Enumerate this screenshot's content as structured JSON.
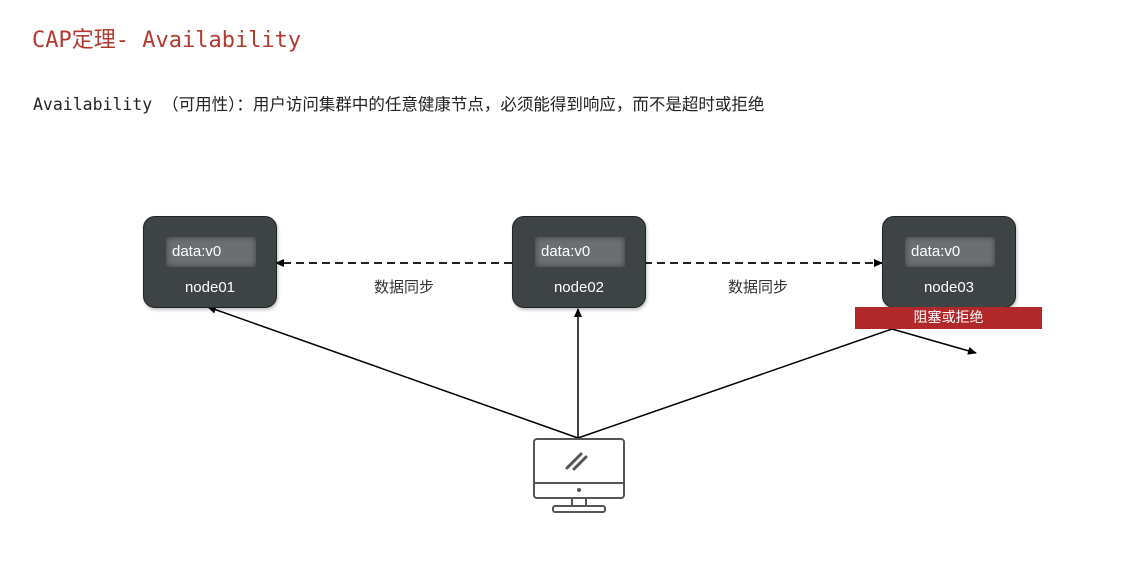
{
  "header": {
    "title": "CAP定理- Availability",
    "subtitle": "Availability （可用性）：用户访问集群中的任意健康节点，必须能得到响应，而不是超时或拒绝"
  },
  "nodes": [
    {
      "data": "data:v0",
      "name": "node01"
    },
    {
      "data": "data:v0",
      "name": "node02"
    },
    {
      "data": "data:v0",
      "name": "node03"
    }
  ],
  "sync_labels": [
    "数据同步",
    "数据同步"
  ],
  "blocked_label": "阻塞或拒绝",
  "colors": {
    "title": "#b03a2e",
    "node_bg": "#3e4345",
    "blocked_bg": "#b0282a"
  },
  "icons": {
    "client": "monitor-icon"
  }
}
